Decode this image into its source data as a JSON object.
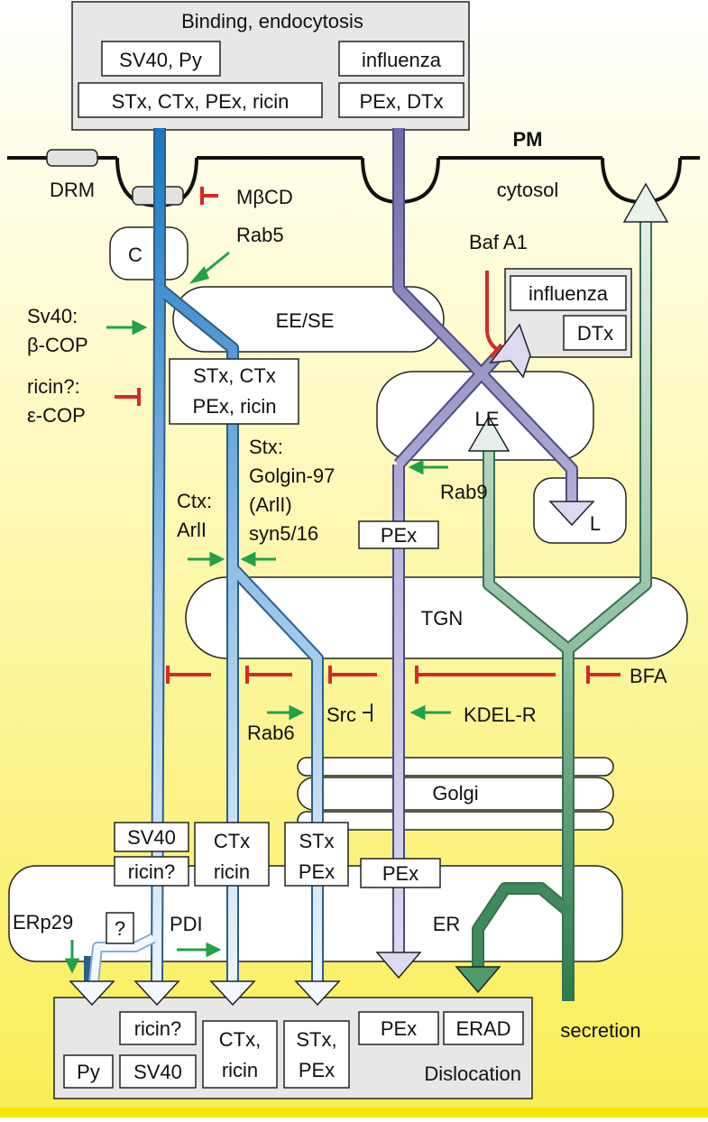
{
  "top_box": {
    "title": "Binding, endocytosis",
    "sv40_py": "SV40, Py",
    "influenza": "influenza",
    "stx_group": "STx, CTx, PEx, ricin",
    "pex_dtx": "PEx, DTx"
  },
  "membrane": {
    "pm": "PM",
    "drm": "DRM",
    "cytosol": "cytosol"
  },
  "compartments": {
    "c": "C",
    "ee_se": "EE/SE",
    "le": "LE",
    "l": "L",
    "tgn": "TGN",
    "golgi": "Golgi",
    "er": "ER"
  },
  "mid_boxes": {
    "influenza": "influenza",
    "dtx": "DTx",
    "stx_ctx": "STx, CTx",
    "pex_ricin": "PEx, ricin",
    "pex_le": "PEx"
  },
  "regulators": {
    "mbcd": "MβCD",
    "rab5": "Rab5",
    "baf": "Baf A1",
    "sv40_line1": "Sv40:",
    "sv40_line2": "β-COP",
    "ricin_line1": "ricin?:",
    "ricin_line2": "ε-COP",
    "rab9": "Rab9",
    "stx_lines": [
      "Stx:",
      "Golgin-97",
      "(ArlI)",
      "syn5/16"
    ],
    "ctx_lines": [
      "Ctx:",
      "ArlI"
    ],
    "bfa": "BFA",
    "rab6": "Rab6",
    "src": "Src",
    "kdel": "KDEL-R",
    "erp29": "ERp29",
    "question": "?",
    "pdi": "PDI"
  },
  "er_boxes": {
    "sv40": "SV40",
    "ricin_q": "ricin?",
    "ctx": "CTx",
    "ricin": "ricin",
    "stx": "STx",
    "pex": "PEx",
    "pex2": "PEx"
  },
  "bottom_box": {
    "ricin_q": "ricin?",
    "py": "Py",
    "sv40": "SV40",
    "ctx": "CTx,",
    "ricin": "ricin",
    "stx": "STx,",
    "pex": "PEx",
    "pex2": "PEx",
    "erad": "ERAD",
    "dislocation": "Dislocation"
  },
  "secretion": "secretion",
  "colors": {
    "blue_top": "#1a76bf",
    "blue_bottom": "#eef5fc",
    "purple_top": "#6e6aa8",
    "purple_bottom": "#dcdaf0",
    "green_dark": "#2a7a4a",
    "green_light": "#e6f0ea",
    "inhibitor": "#d42a2a",
    "activator": "#22a14a",
    "bg_top": "#ffffff",
    "bg_bottom": "#f7ec3a"
  }
}
